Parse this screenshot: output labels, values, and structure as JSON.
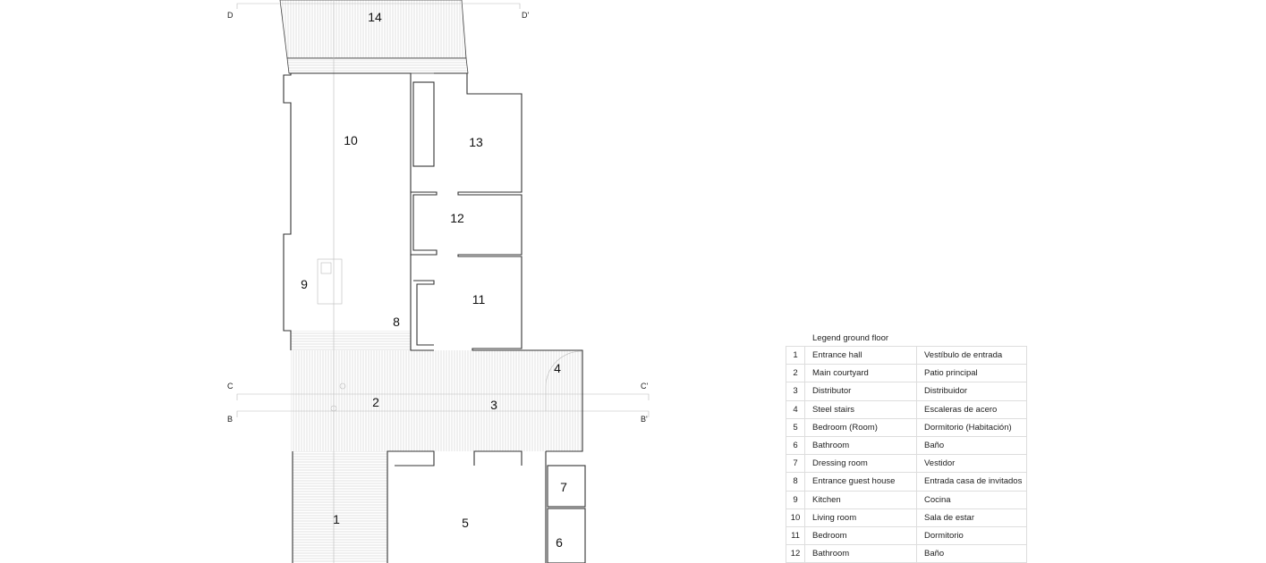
{
  "plan": {
    "rooms": [
      "1",
      "2",
      "3",
      "4",
      "5",
      "6",
      "7",
      "8",
      "9",
      "10",
      "11",
      "12",
      "13",
      "14"
    ],
    "sections": {
      "c": "C",
      "c2": "C'",
      "b": "B",
      "b2": "B'",
      "d": "D",
      "d2": "D'"
    }
  },
  "legend": {
    "title": "Legend  ground floor",
    "rows": [
      {
        "n": "1",
        "en": "Entrance hall",
        "es": "Vestíbulo de entrada"
      },
      {
        "n": "2",
        "en": "Main courtyard",
        "es": "Patio principal"
      },
      {
        "n": "3",
        "en": "Distributor",
        "es": "Distribuidor"
      },
      {
        "n": "4",
        "en": "Steel stairs",
        "es": "Escaleras de acero"
      },
      {
        "n": "5",
        "en": "Bedroom (Room)",
        "es": "Dormitorio (Habitación)"
      },
      {
        "n": "6",
        "en": "Bathroom",
        "es": "Baño"
      },
      {
        "n": "7",
        "en": "Dressing room",
        "es": "Vestidor"
      },
      {
        "n": "8",
        "en": "Entrance guest house",
        "es": "Entrada casa de invitados"
      },
      {
        "n": "9",
        "en": "Kitchen",
        "es": "Cocina"
      },
      {
        "n": "10",
        "en": "Living room",
        "es": "Sala de estar"
      },
      {
        "n": "11",
        "en": "Bedroom",
        "es": "Dormitorio"
      },
      {
        "n": "12",
        "en": "Bathroom",
        "es": "Baño"
      }
    ]
  }
}
